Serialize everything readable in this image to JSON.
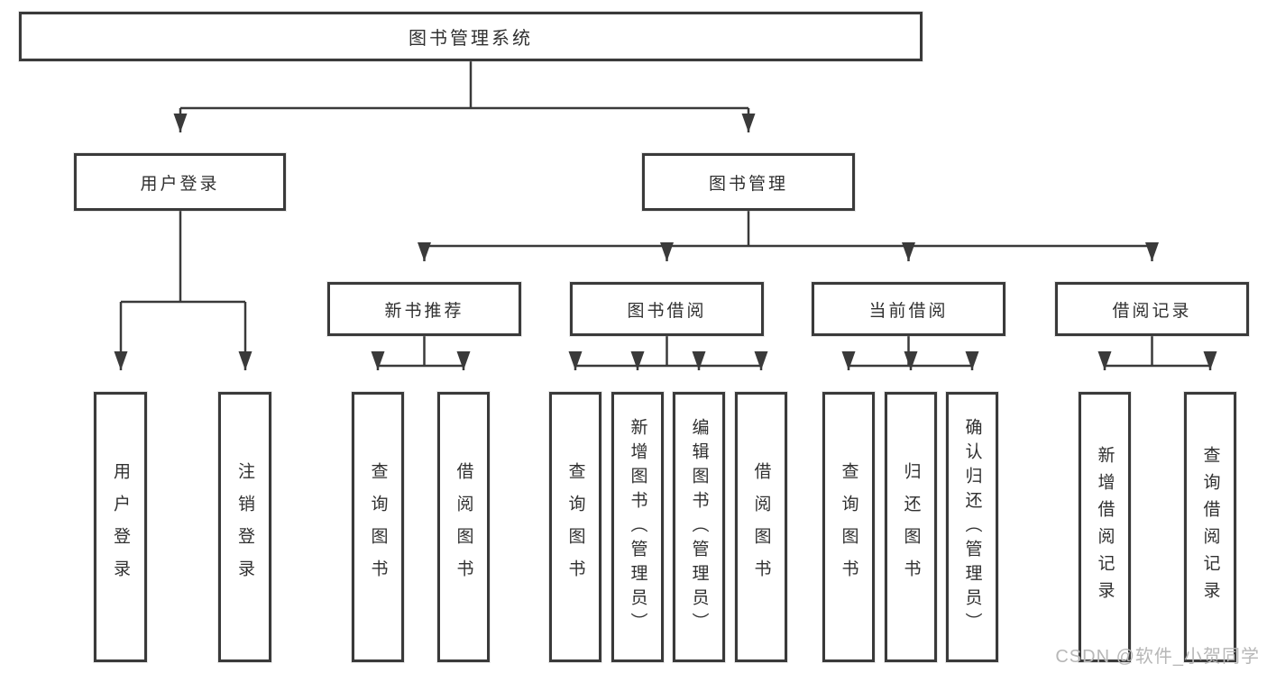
{
  "diagram": {
    "root": {
      "label": "图书管理系统"
    },
    "branches": [
      {
        "label": "用户登录",
        "children": [
          {
            "label": "用户登录"
          },
          {
            "label": "注销登录"
          }
        ]
      },
      {
        "label": "图书管理",
        "children": [
          {
            "label": "新书推荐",
            "children": [
              {
                "label": "查询图书"
              },
              {
                "label": "借阅图书"
              }
            ]
          },
          {
            "label": "图书借阅",
            "children": [
              {
                "label": "查询图书"
              },
              {
                "label": "新增图书（管理员）"
              },
              {
                "label": "编辑图书（管理员）"
              },
              {
                "label": "借阅图书"
              }
            ]
          },
          {
            "label": "当前借阅",
            "children": [
              {
                "label": "查询图书"
              },
              {
                "label": "归还图书"
              },
              {
                "label": "确认归还（管理员）"
              }
            ]
          },
          {
            "label": "借阅记录",
            "children": [
              {
                "label": "新增借阅记录"
              },
              {
                "label": "查询借阅记录"
              }
            ]
          }
        ]
      }
    ]
  },
  "watermark": {
    "text": "CSDN @软件_小贺同学"
  },
  "colors": {
    "line": "#3a3a3a",
    "box_border": "#3a3a3a",
    "text": "#303030",
    "watermark": "#b7b7b7",
    "background": "#ffffff"
  }
}
